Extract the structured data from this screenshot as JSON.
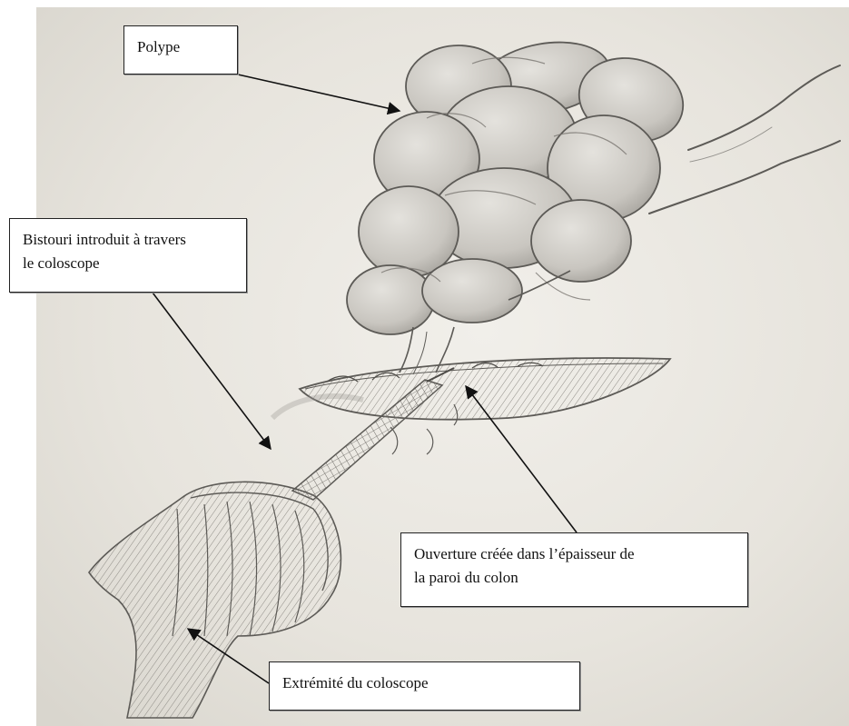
{
  "labels": {
    "polype": "Polype",
    "bistouri": [
      "Bistouri introduit à travers",
      "le coloscope"
    ],
    "ouverture": [
      "Ouverture créée dans l’épaisseur de",
      "la paroi du colon"
    ],
    "extremite": "Extrémité du coloscope"
  },
  "colors": {
    "paper": "#ece9e2",
    "pencil": "#5c5a56",
    "label_border": "#222222",
    "arrow": "#111111"
  }
}
